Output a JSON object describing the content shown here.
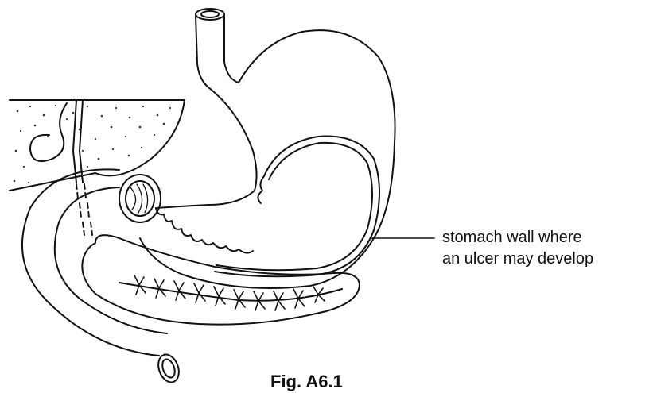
{
  "annotation": {
    "line1": "stomach wall where",
    "line2": "an ulcer may develop"
  },
  "caption": "Fig. A6.1",
  "colors": {
    "ink": "#111111",
    "background": "#ffffff"
  }
}
